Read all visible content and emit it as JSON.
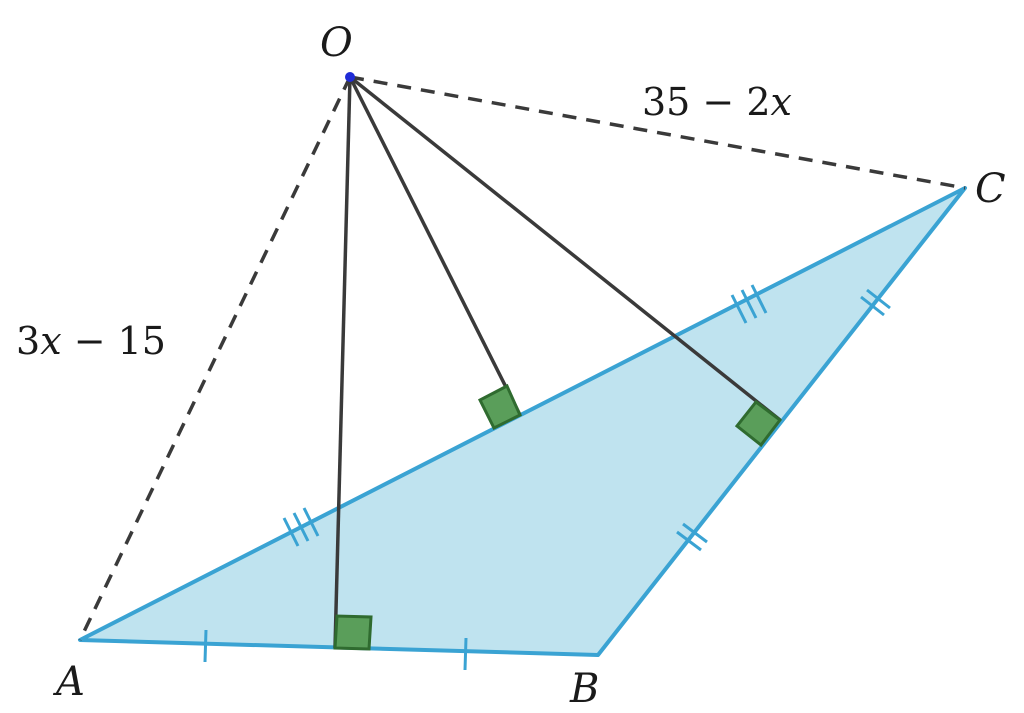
{
  "points": {
    "O": "O",
    "A": "A",
    "B": "B",
    "C": "C"
  },
  "lengths": {
    "OA": {
      "num": "3",
      "var": "x",
      "rest": " − 15"
    },
    "OC": {
      "num": "35 − 2",
      "var": "x",
      "rest": ""
    }
  },
  "colors": {
    "triangle_fill": "#bfe3ef",
    "triangle_stroke": "#3aa3d3",
    "line": "#3a3a3a",
    "right_angle_fill": "#5a9e5a",
    "right_angle_stroke": "#2f6b2f",
    "point_O": "#1f2bd6"
  }
}
